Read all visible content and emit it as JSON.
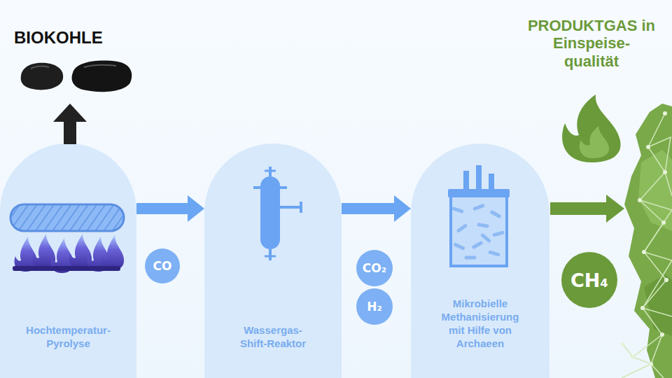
{
  "diagram": {
    "nodes": [
      {
        "text": [
          "Hochtemperatur- Pyrolyse"
        ]
      },
      {
        "text": [
          "CO"
        ]
      },
      {
        "text": [
          "Wassergas- Shift-Reaktor"
        ]
      },
      {
        "text": [
          "CO₂"
        ]
      },
      {
        "text": [
          "H₂"
        ]
      },
      {
        "text": [
          "Mikrobielle Methanisierung mit Hilfe von Archaeen"
        ]
      },
      {
        "text": [
          "CH₄"
        ]
      }
    ],
    "edges": [
      {
        "from": 0,
        "to": 2,
        "arrow": "to"
      },
      {
        "from": 2,
        "to": 5,
        "arrow": "to"
      }
    ],
    "labels": [
      "BIOKOHLE",
      "PRODUKTGAS in Einspeise- qualität"
    ]
  }
}
